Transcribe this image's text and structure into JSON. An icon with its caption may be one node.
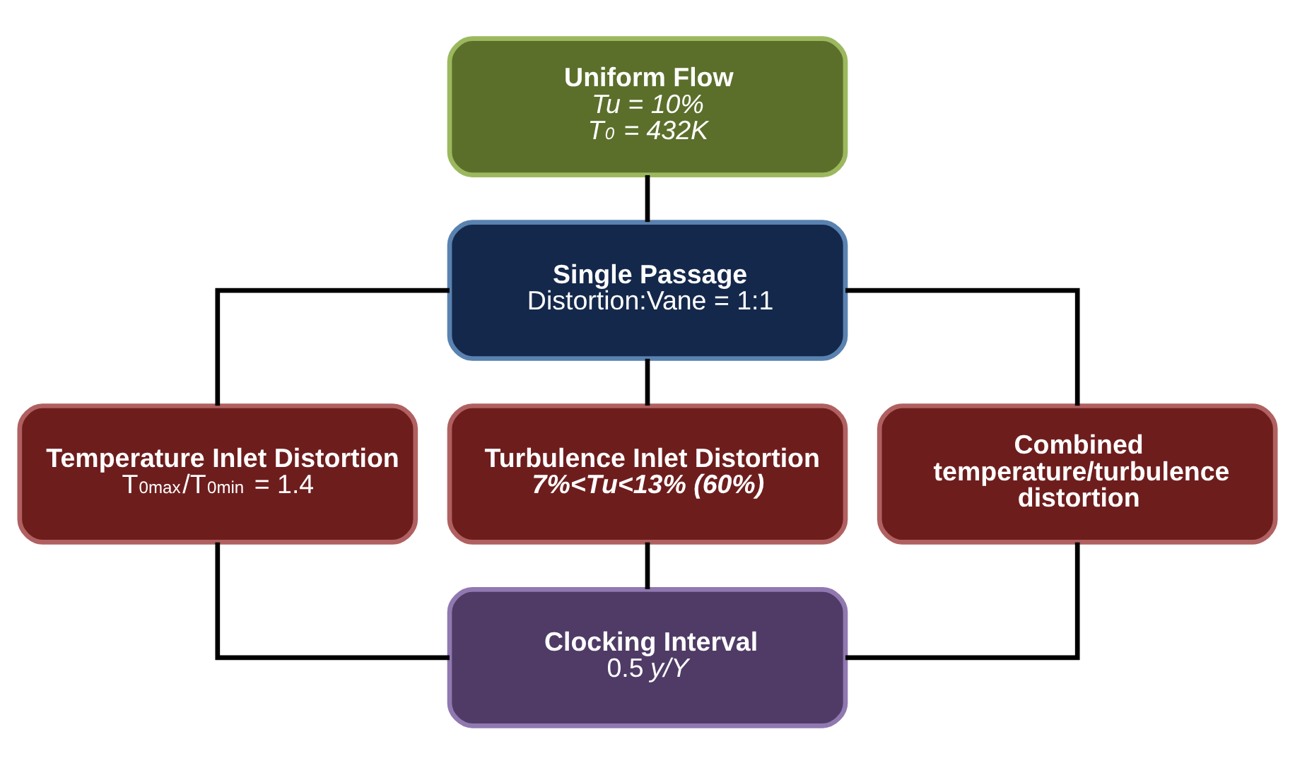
{
  "diagram": {
    "nodes": [
      {
        "text": [
          "Uniform Flow",
          "Tu = 10%",
          "T$_{0}$ = 432K"
        ]
      },
      {
        "text": [
          "Single Passage",
          "Distortion:Vane = 1:1"
        ]
      },
      {
        "text": [
          "Temperature Inlet Distortion",
          "T$_{0max}$/T$_{0min}$ = 1.4"
        ]
      },
      {
        "text": [
          "Turbulence Inlet Distortion",
          "7%<Tu<13% (60%)"
        ]
      },
      {
        "text": [
          "Combined temperature/turbulence distortion"
        ]
      },
      {
        "text": [
          "Clocking Interval",
          "0.5 *y/Y*"
        ]
      }
    ],
    "edges": [
      {
        "from": 0,
        "to": 1,
        "arrow": "none"
      },
      {
        "from": 1,
        "to": 2,
        "arrow": "none"
      },
      {
        "from": 1,
        "to": 3,
        "arrow": "none"
      },
      {
        "from": 1,
        "to": 4,
        "arrow": "none"
      },
      {
        "from": 2,
        "to": 5,
        "arrow": "none"
      },
      {
        "from": 3,
        "to": 5,
        "arrow": "none"
      },
      {
        "from": 4,
        "to": 5,
        "arrow": "none"
      }
    ]
  }
}
